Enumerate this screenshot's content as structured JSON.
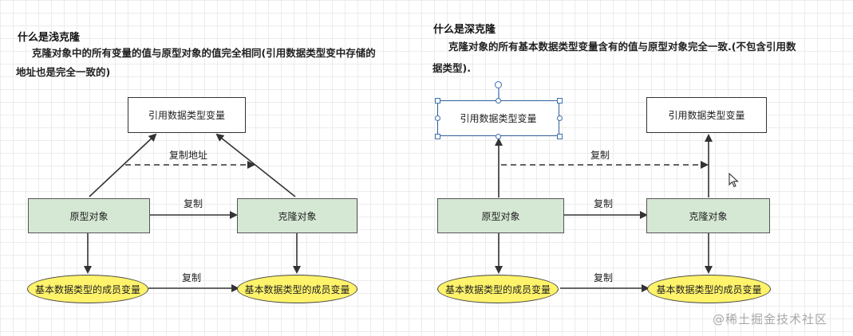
{
  "left": {
    "title": "什么是浅克隆",
    "desc_line1": "克隆对象中的所有变量的值与原型对象的值完全相同(引用数据类型变中存储的",
    "desc_line2": "地址也是完全一致的)",
    "ref_var": "引用数据类型变量",
    "prototype": "原型对象",
    "clone": "克隆对象",
    "primitive_left": "基本数据类型的成员变量",
    "primitive_right": "基本数据类型的成员变量",
    "label_copy_address": "复制地址",
    "label_copy_object": "复制",
    "label_copy_primitive": "复制"
  },
  "right": {
    "title": "什么是深克隆",
    "desc_line1": "克隆对象的所有基本数据类型变量含有的值与原型对象完全一致.(不包含引用数",
    "desc_line2": "据类型).",
    "ref_var_left": "引用数据类型变量",
    "ref_var_right": "引用数据类型变量",
    "prototype": "原型对象",
    "clone": "克隆对象",
    "primitive_left": "基本数据类型的成员变量",
    "primitive_right": "基本数据类型的成员变量",
    "label_copy_ref": "复制",
    "label_copy_object": "复制",
    "label_copy_primitive": "复制"
  },
  "watermark": "@稀土掘金技术社区",
  "colors": {
    "node_green": "#d5e8d4",
    "node_yellow": "#fff36b",
    "selection": "#3b6fb0",
    "edge": "#333333"
  },
  "icons": {
    "cursor": "mouse-pointer-icon"
  }
}
